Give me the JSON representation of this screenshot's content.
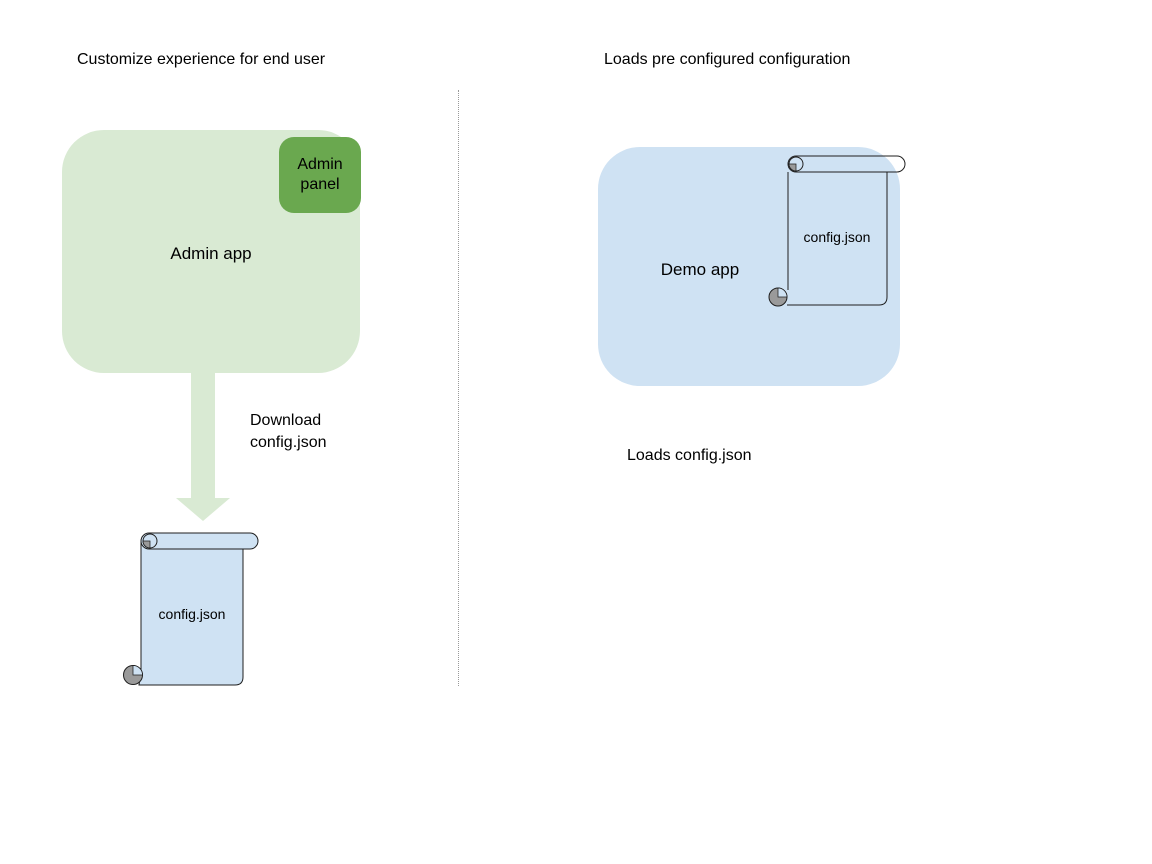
{
  "left": {
    "title": "Customize experience for end user",
    "admin_app": {
      "label": "Admin app"
    },
    "admin_panel": {
      "label": "Admin panel"
    },
    "download_caption": "Download config.json",
    "config_file": {
      "label": "config.json"
    }
  },
  "right": {
    "title": "Loads pre configured configuration",
    "demo_app": {
      "label": "Demo app"
    },
    "config_file": {
      "label": "config.json"
    },
    "caption": "Loads config.json"
  },
  "colors": {
    "app_light_green": "#d9ead3",
    "admin_panel_green": "#6aa84f",
    "light_blue": "#cfe2f3",
    "scroll_curl_gray": "#9a9a9a",
    "outline": "#1f1f1f",
    "divider_gray": "#999999",
    "text": "#000000"
  }
}
